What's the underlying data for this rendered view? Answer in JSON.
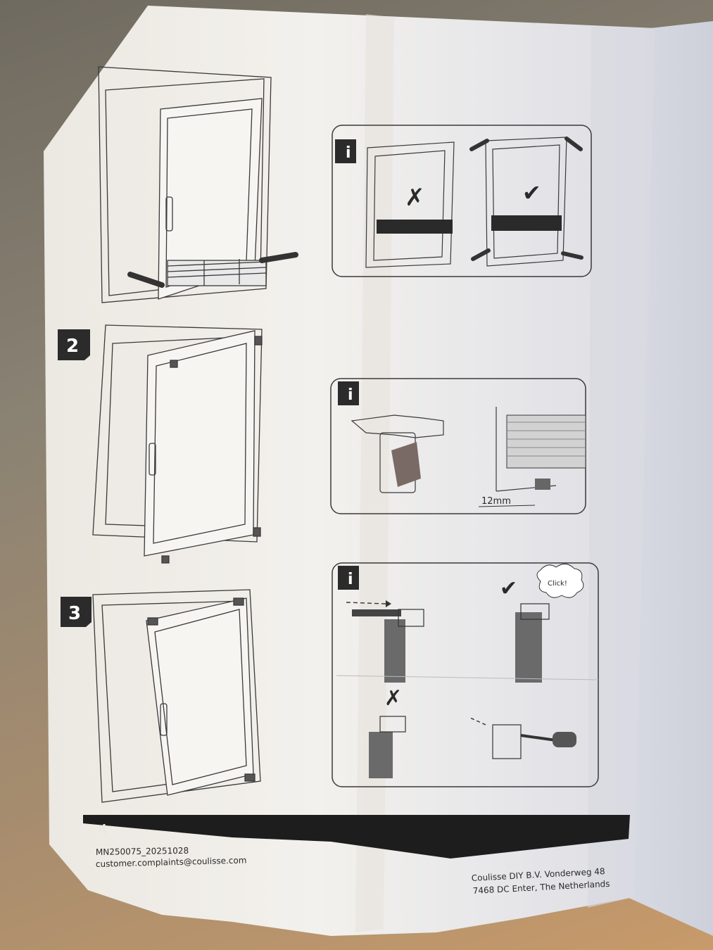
{
  "manual": {
    "page_number": "4",
    "doc_code": "MN250075_20251028",
    "email": "customer.complaints@coulisse.com",
    "company_line1": "Coulisse DIY B.V. Vonderweg 48",
    "company_line2": "7468 DC Enter, The Netherlands"
  },
  "steps": [
    {
      "number": "2",
      "icon": "window-open-icon"
    },
    {
      "number": "3",
      "icon": "window-tilt-icon"
    }
  ],
  "info_panels": [
    {
      "badge": "i",
      "wrong_mark": "✗",
      "right_mark": "✔"
    },
    {
      "badge": "i",
      "measure_label": "12mm"
    },
    {
      "badge": "i",
      "click_label": "Click!",
      "right_mark": "✔",
      "wrong_mark": "✗"
    }
  ],
  "colors": {
    "paper": "#f4f2ee",
    "line": "#3a3a3a",
    "band": "#1d1d1d",
    "badge": "#2b2b2b"
  }
}
